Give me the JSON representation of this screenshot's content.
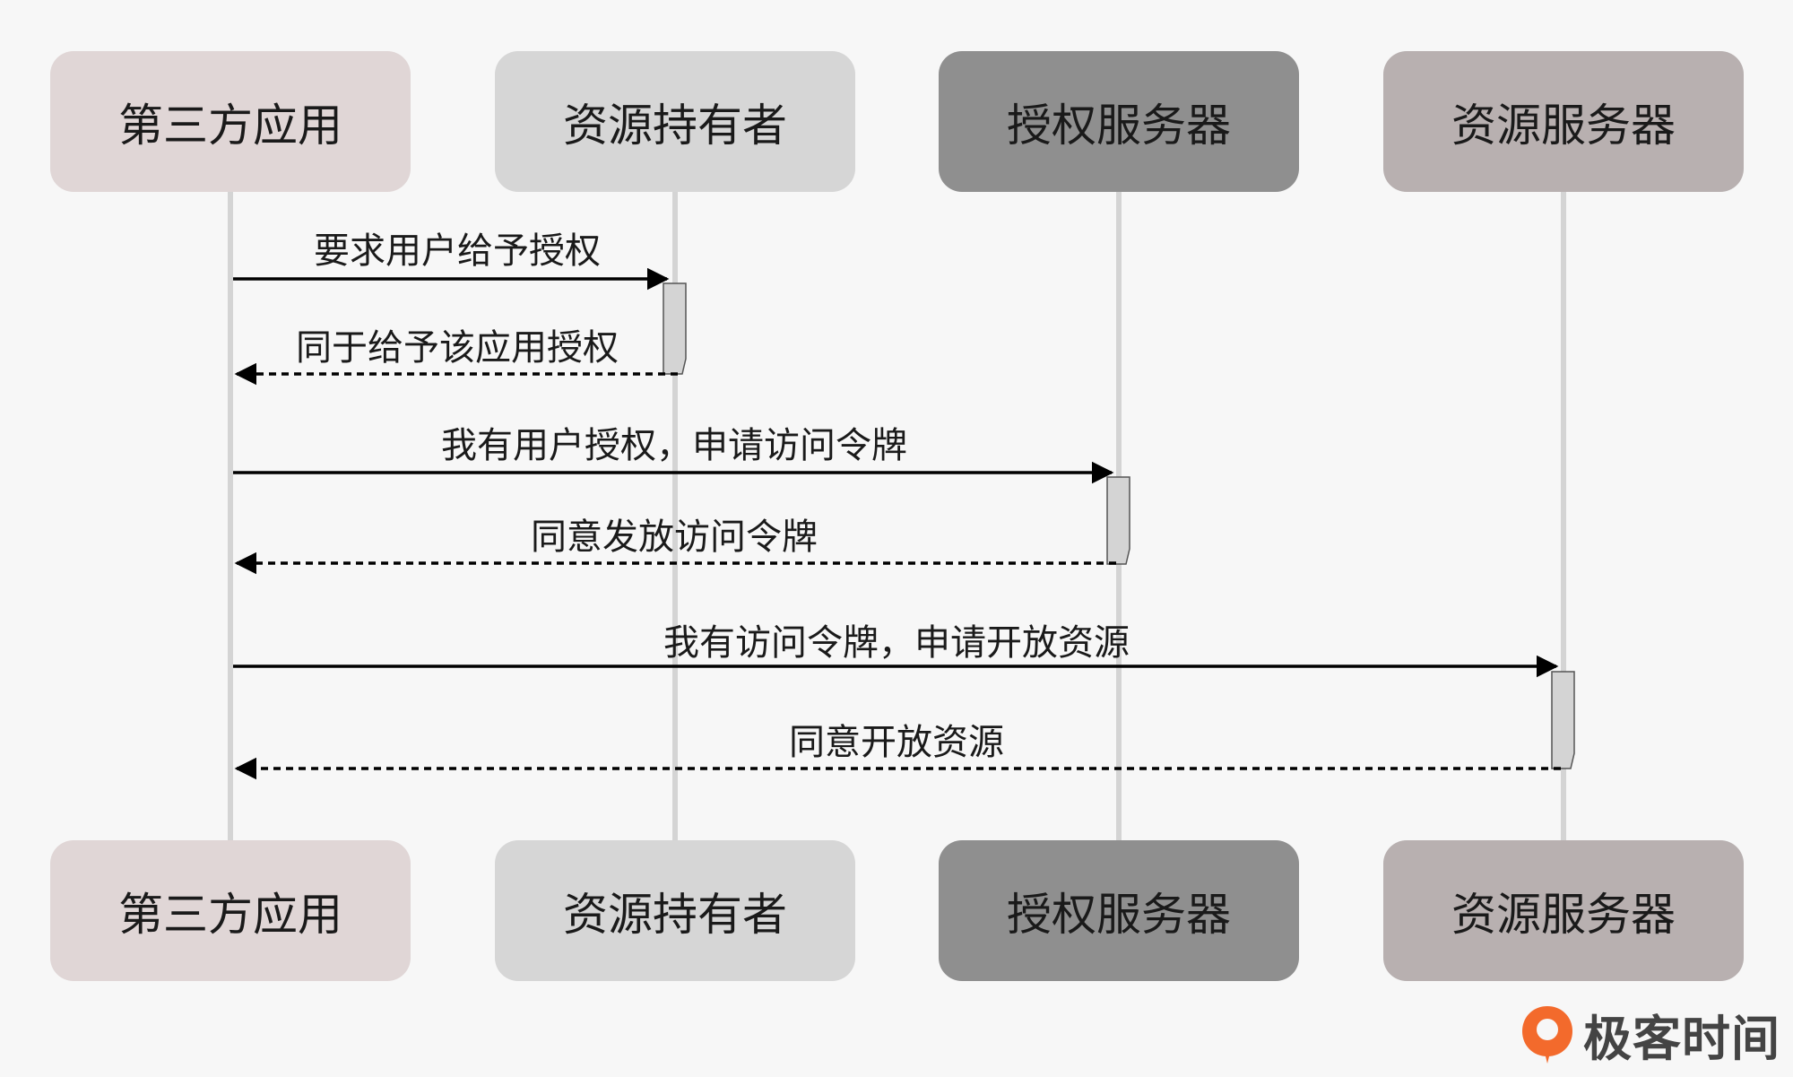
{
  "colors": {
    "third_party": "#e0d6d6",
    "owner": "#d6d6d6",
    "auth_server": "#8f8f8f",
    "resource_server": "#b8b0b0",
    "lifeline": "#d4d4d4",
    "arrow": "#000000",
    "activation": "#d4d4d4"
  },
  "actors": [
    {
      "id": "third_party",
      "label": "第三方应用"
    },
    {
      "id": "owner",
      "label": "资源持有者"
    },
    {
      "id": "auth_server",
      "label": "授权服务器"
    },
    {
      "id": "resource_server",
      "label": "资源服务器"
    }
  ],
  "messages": [
    {
      "from": 0,
      "to": 1,
      "label": "要求用户给予授权",
      "style": "solid"
    },
    {
      "from": 1,
      "to": 0,
      "label": "同于给予该应用授权",
      "style": "dashed"
    },
    {
      "from": 0,
      "to": 2,
      "label": "我有用户授权，申请访问令牌",
      "style": "solid"
    },
    {
      "from": 2,
      "to": 0,
      "label": "同意发放访问令牌",
      "style": "dashed"
    },
    {
      "from": 0,
      "to": 3,
      "label": "我有访问令牌，申请开放资源",
      "style": "solid"
    },
    {
      "from": 3,
      "to": 0,
      "label": "同意开放资源",
      "style": "dashed"
    }
  ],
  "watermark": {
    "text": "极客时间",
    "logo_icon": "geektime-logo-icon",
    "logo_color": "#f36a2c"
  }
}
